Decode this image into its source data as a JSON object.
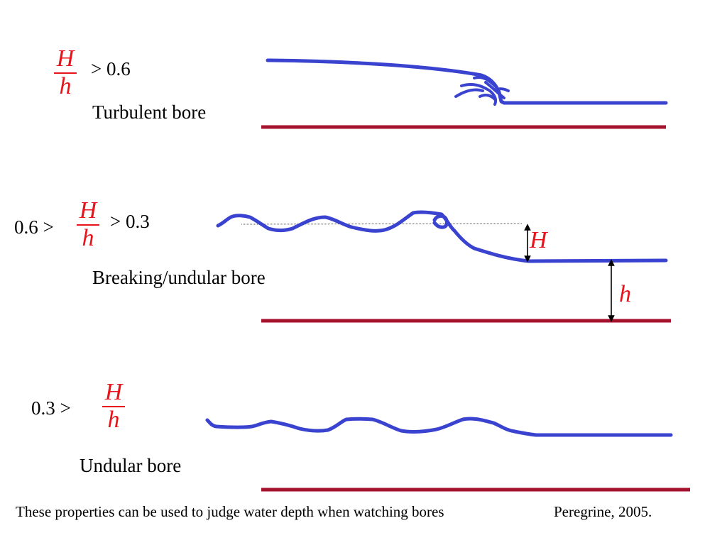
{
  "rows": [
    {
      "fraction": {
        "numerator": "H",
        "denominator": "h"
      },
      "prefix": "",
      "suffix": ">  0.6",
      "label": "Turbulent bore"
    },
    {
      "fraction": {
        "numerator": "H",
        "denominator": "h"
      },
      "prefix": "0.6  >",
      "suffix": ">  0.3",
      "label": "Breaking/undular bore"
    },
    {
      "fraction": {
        "numerator": "H",
        "denominator": "h"
      },
      "prefix": "0.3 >",
      "suffix": "",
      "label": "Undular bore"
    }
  ],
  "dimension_labels": {
    "height": "H",
    "depth": "h"
  },
  "footer": {
    "note": "These properties can be used to judge water depth when watching bores",
    "citation": "Peregrine, 2005."
  },
  "colors": {
    "water": "#3a43d0",
    "bed": "#a4122e",
    "symbol": "#e8141c",
    "text": "#000000"
  }
}
